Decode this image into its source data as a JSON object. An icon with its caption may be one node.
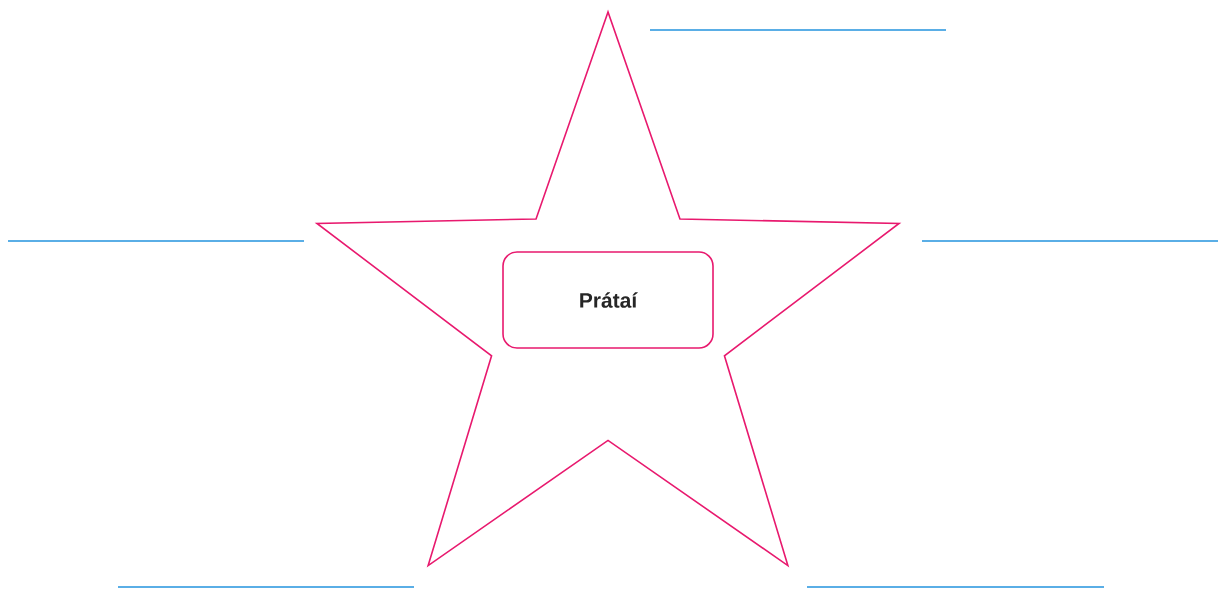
{
  "diagram": {
    "nodes": [
      {
        "text": [],
        "shape": "star"
      },
      {
        "text": [
          "Prátaí"
        ],
        "in": 0
      }
    ]
  }
}
